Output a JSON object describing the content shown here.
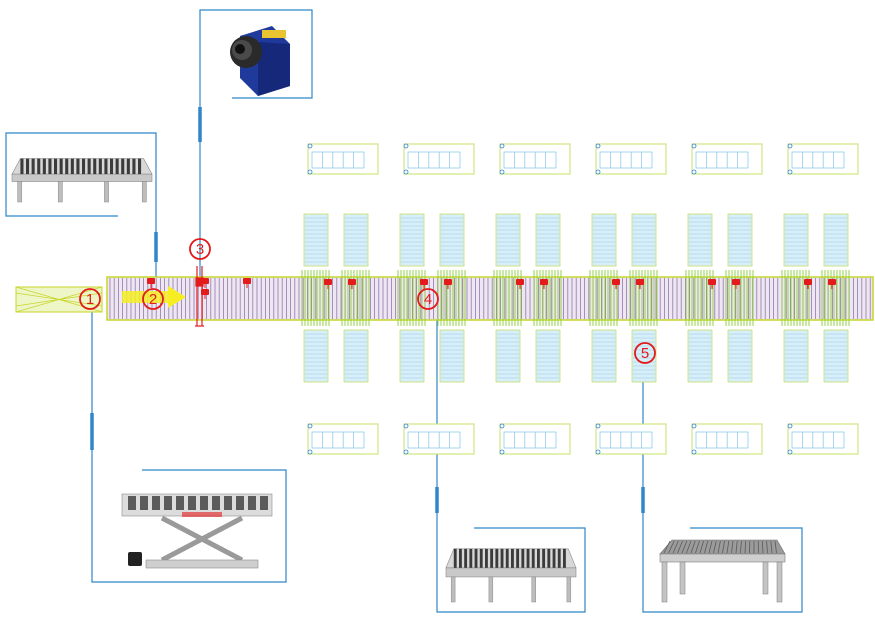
{
  "colors": {
    "conveyor_fill": "#eee6f3",
    "conveyor_border": "#c8d62a",
    "conveyor_rollers": "#8f7aa6",
    "pick_station_fill": "#d8eef8",
    "pick_station_lines": "#8fcbe6",
    "station_border": "#c6e06a",
    "callout_line": "#2f86c9",
    "marker_red": "#e31b1b",
    "arrow_yellow": "#f6ee22"
  },
  "markers": [
    {
      "id": "1",
      "label": "1"
    },
    {
      "id": "2",
      "label": "2"
    },
    {
      "id": "3",
      "label": "3"
    },
    {
      "id": "4",
      "label": "4"
    },
    {
      "id": "5",
      "label": "5"
    }
  ],
  "photos": [
    {
      "id": "roller-conveyor-photo",
      "icon": "roller-conveyor-icon"
    },
    {
      "id": "barcode-scanner-photo",
      "icon": "scanner-camera-icon"
    },
    {
      "id": "scissor-lift-conveyor-photo",
      "icon": "scissor-lift-icon"
    },
    {
      "id": "diverter-conveyor-photo",
      "icon": "roller-conveyor-icon"
    },
    {
      "id": "gravity-roller-table-photo",
      "icon": "roller-table-icon"
    }
  ]
}
